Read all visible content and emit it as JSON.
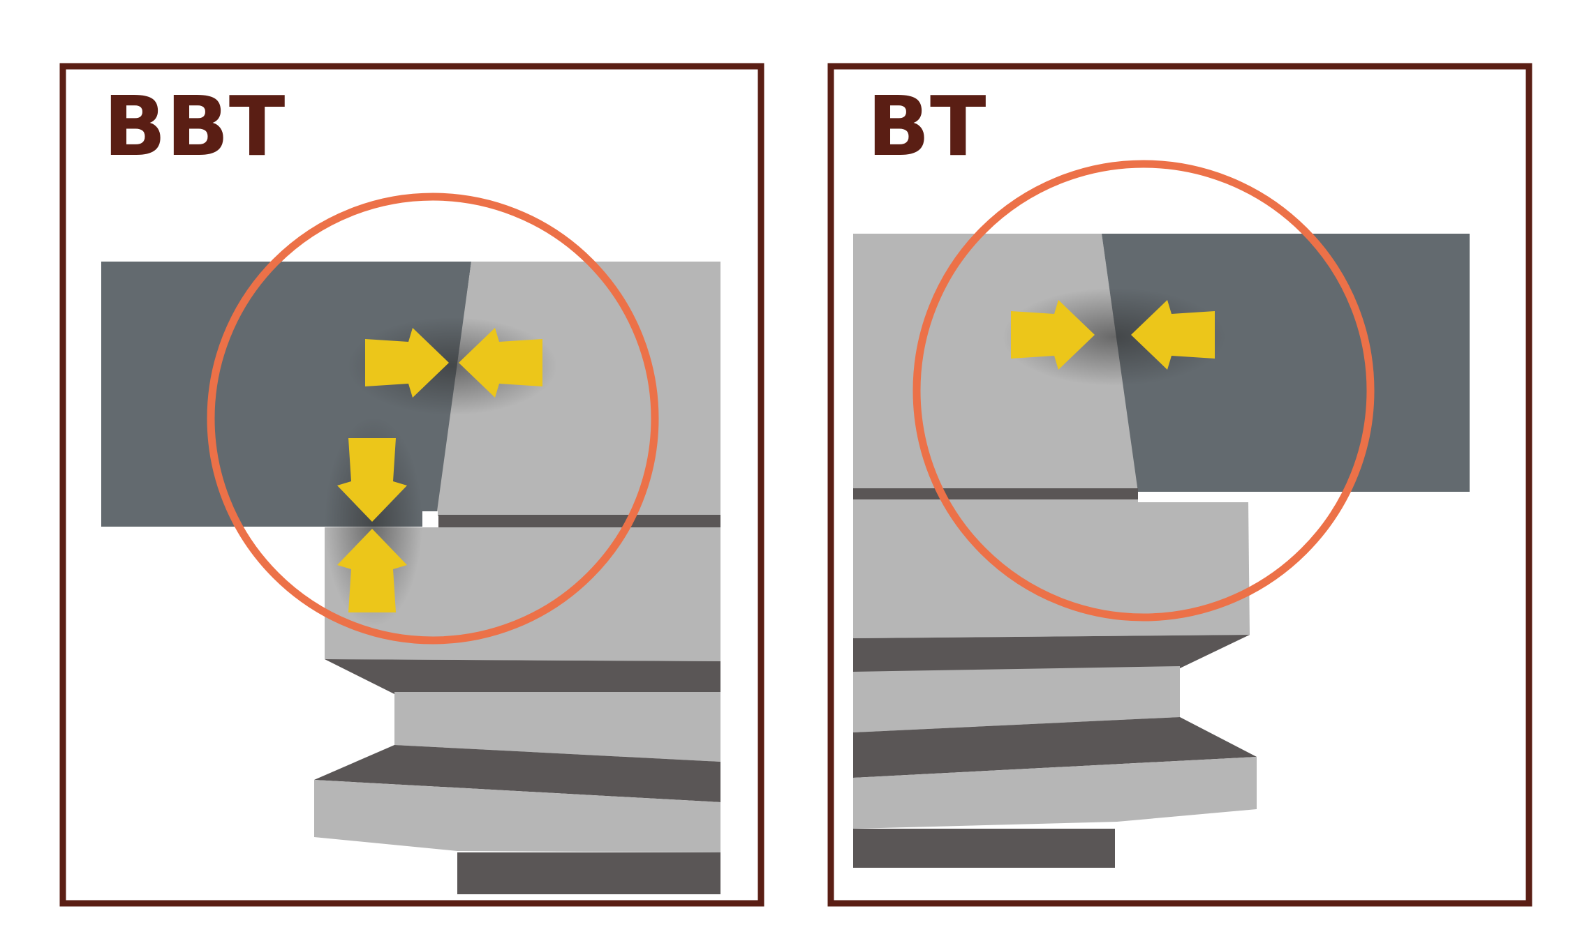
{
  "panels": {
    "bbt": {
      "title": "BBT"
    },
    "bt": {
      "title": "BT"
    }
  },
  "colors": {
    "frame": "#5a1e14",
    "spindle_dark": "#636a6f",
    "holder_light": "#b6b6b6",
    "groove_dark": "#5a5656",
    "highlight_circle": "#ec7148",
    "arrow": "#ecc61a"
  },
  "icons": {
    "arrow": "arrow-icon",
    "highlight": "highlight-circle"
  }
}
